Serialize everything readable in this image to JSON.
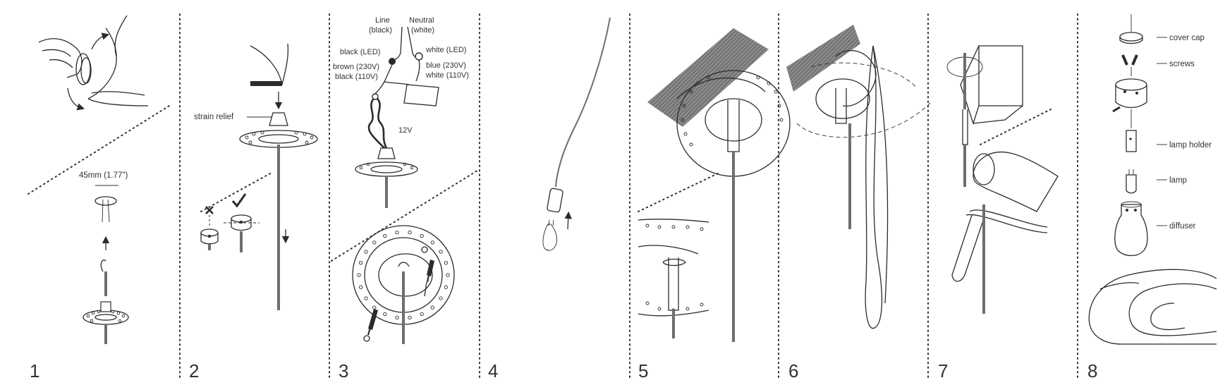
{
  "steps": [
    {
      "number": "1",
      "labels": {
        "dimension": "45mm (1.77\")"
      }
    },
    {
      "number": "2",
      "labels": {
        "strain_relief": "strain relief"
      }
    },
    {
      "number": "3",
      "labels": {
        "line": "Line",
        "line_color": "(black)",
        "neutral": "Neutral",
        "neutral_color": "(white)",
        "black_led": "black (LED)",
        "white_led": "white (LED)",
        "brown_230": "brown (230V)",
        "blue_230": "blue (230V)",
        "black_110": "black (110V)",
        "white_110": "white (110V)",
        "voltage": "12V"
      }
    },
    {
      "number": "4",
      "labels": {}
    },
    {
      "number": "5",
      "labels": {}
    },
    {
      "number": "6",
      "labels": {}
    },
    {
      "number": "7",
      "labels": {}
    },
    {
      "number": "8",
      "labels": {
        "cover_cap": "cover cap",
        "screws": "screws",
        "lamp_holder": "lamp holder",
        "lamp": "lamp",
        "diffuser": "diffuser"
      }
    }
  ],
  "colors": {
    "line": "#2b2b2b",
    "rod": "#6e6e6e",
    "hatch": "#7a7a7a"
  }
}
